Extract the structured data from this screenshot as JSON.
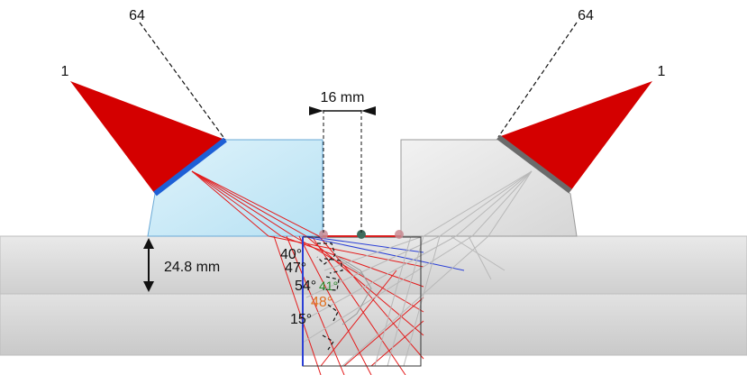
{
  "labels": {
    "probe_left_element_last": "64",
    "probe_right_element_last": "64",
    "probe_left_element_first": "1",
    "probe_right_element_first": "1",
    "gap": "16 mm",
    "thickness": "24.8 mm",
    "angle_40": "40°",
    "angle_47": "47°",
    "angle_54": "54°",
    "angle_41": "41°",
    "angle_48": "48°",
    "angle_15": "15°"
  },
  "colors": {
    "probe_red": "#d40000",
    "left_wedge": "#c8e9f7",
    "right_wedge": "#e4e4e4",
    "left_array": "#1e5fd6",
    "right_array": "#6b6b6b",
    "beam_red": "#e31c1c",
    "beam_blue": "#2a3fd6",
    "beam_gray": "#b8b8b8",
    "angle_green": "#2a8a2a",
    "angle_orange": "#e07020"
  }
}
